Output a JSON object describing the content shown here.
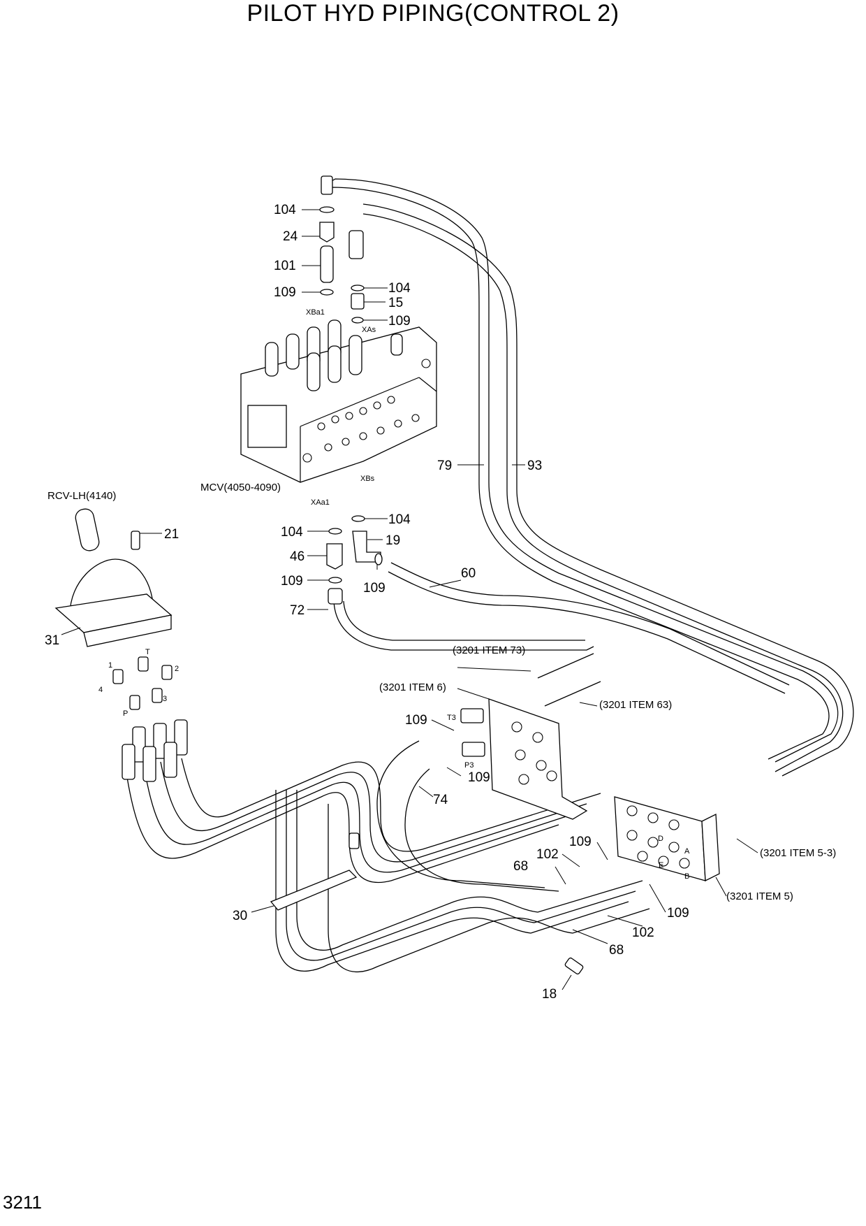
{
  "title": "PILOT HYD PIPING(CONTROL 2)",
  "page_number": "3211",
  "components": {
    "mcv": "MCV(4050-4090)",
    "rcv": "RCV-LH(4140)",
    "ref_item_73": "(3201 ITEM 73)",
    "ref_item_6": "(3201 ITEM 6)",
    "ref_item_63": "(3201 ITEM 63)",
    "ref_item_5_3": "(3201 ITEM 5-3)",
    "ref_item_5": "(3201 ITEM 5)"
  },
  "port_labels": {
    "xba1": "XBa1",
    "xas": "XAs",
    "xbs": "XBs",
    "xaa1": "XAa1",
    "t": "T",
    "one": "1",
    "two": "2",
    "three": "3",
    "four": "4",
    "p": "P",
    "t3": "T3",
    "p3": "P3",
    "d": "D",
    "a": "A",
    "e": "E",
    "b": "B"
  },
  "callouts": [
    {
      "id": "104-a",
      "text": "104"
    },
    {
      "id": "24",
      "text": "24"
    },
    {
      "id": "101",
      "text": "101"
    },
    {
      "id": "109-a",
      "text": "109"
    },
    {
      "id": "104-b",
      "text": "104"
    },
    {
      "id": "15",
      "text": "15"
    },
    {
      "id": "109-b",
      "text": "109"
    },
    {
      "id": "79",
      "text": "79"
    },
    {
      "id": "93",
      "text": "93"
    },
    {
      "id": "104-c",
      "text": "104"
    },
    {
      "id": "104-d",
      "text": "104"
    },
    {
      "id": "19",
      "text": "19"
    },
    {
      "id": "46",
      "text": "46"
    },
    {
      "id": "60",
      "text": "60"
    },
    {
      "id": "109-c",
      "text": "109"
    },
    {
      "id": "109-d",
      "text": "109"
    },
    {
      "id": "72",
      "text": "72"
    },
    {
      "id": "21",
      "text": "21"
    },
    {
      "id": "31",
      "text": "31"
    },
    {
      "id": "109-e",
      "text": "109"
    },
    {
      "id": "109-f",
      "text": "109"
    },
    {
      "id": "74",
      "text": "74"
    },
    {
      "id": "109-g",
      "text": "109"
    },
    {
      "id": "102-a",
      "text": "102"
    },
    {
      "id": "68-a",
      "text": "68"
    },
    {
      "id": "109-h",
      "text": "109"
    },
    {
      "id": "102-b",
      "text": "102"
    },
    {
      "id": "68-b",
      "text": "68"
    },
    {
      "id": "30",
      "text": "30"
    },
    {
      "id": "18",
      "text": "18"
    }
  ]
}
